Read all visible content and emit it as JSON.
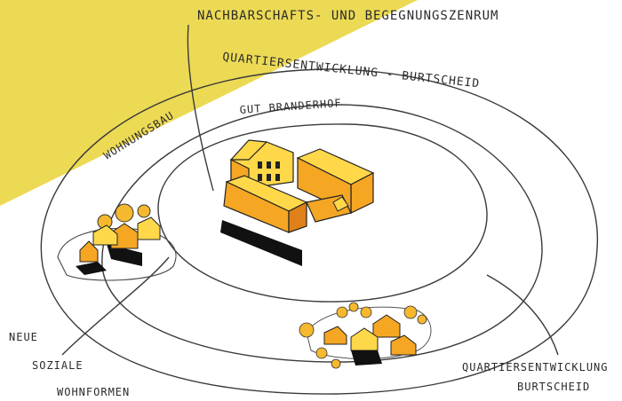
{
  "labels": {
    "top_center": "NACHBARSCHAFTS- UND BEGEGNUNGSZENRUM",
    "ring_outer": "QUARTIERSENTWICKLUNG - BURTSCHEID",
    "ring_left": "WOHNUNGSBAU",
    "center": "GUT BRANDERHOF",
    "bottom_left_1": "NEUE",
    "bottom_left_2": "SOZIALE",
    "bottom_left_3": "WOHNFORMEN",
    "bottom_right_1": "QUARTIERSENTWICKLUNG",
    "bottom_right_2": "BURTSCHEID"
  },
  "colors": {
    "highlight": "#ECDA55",
    "building_light": "#FFD84A",
    "building_mid": "#F5A623",
    "building_dark": "#E0801A",
    "ink": "#2b2b2b",
    "shadow": "#111111"
  }
}
